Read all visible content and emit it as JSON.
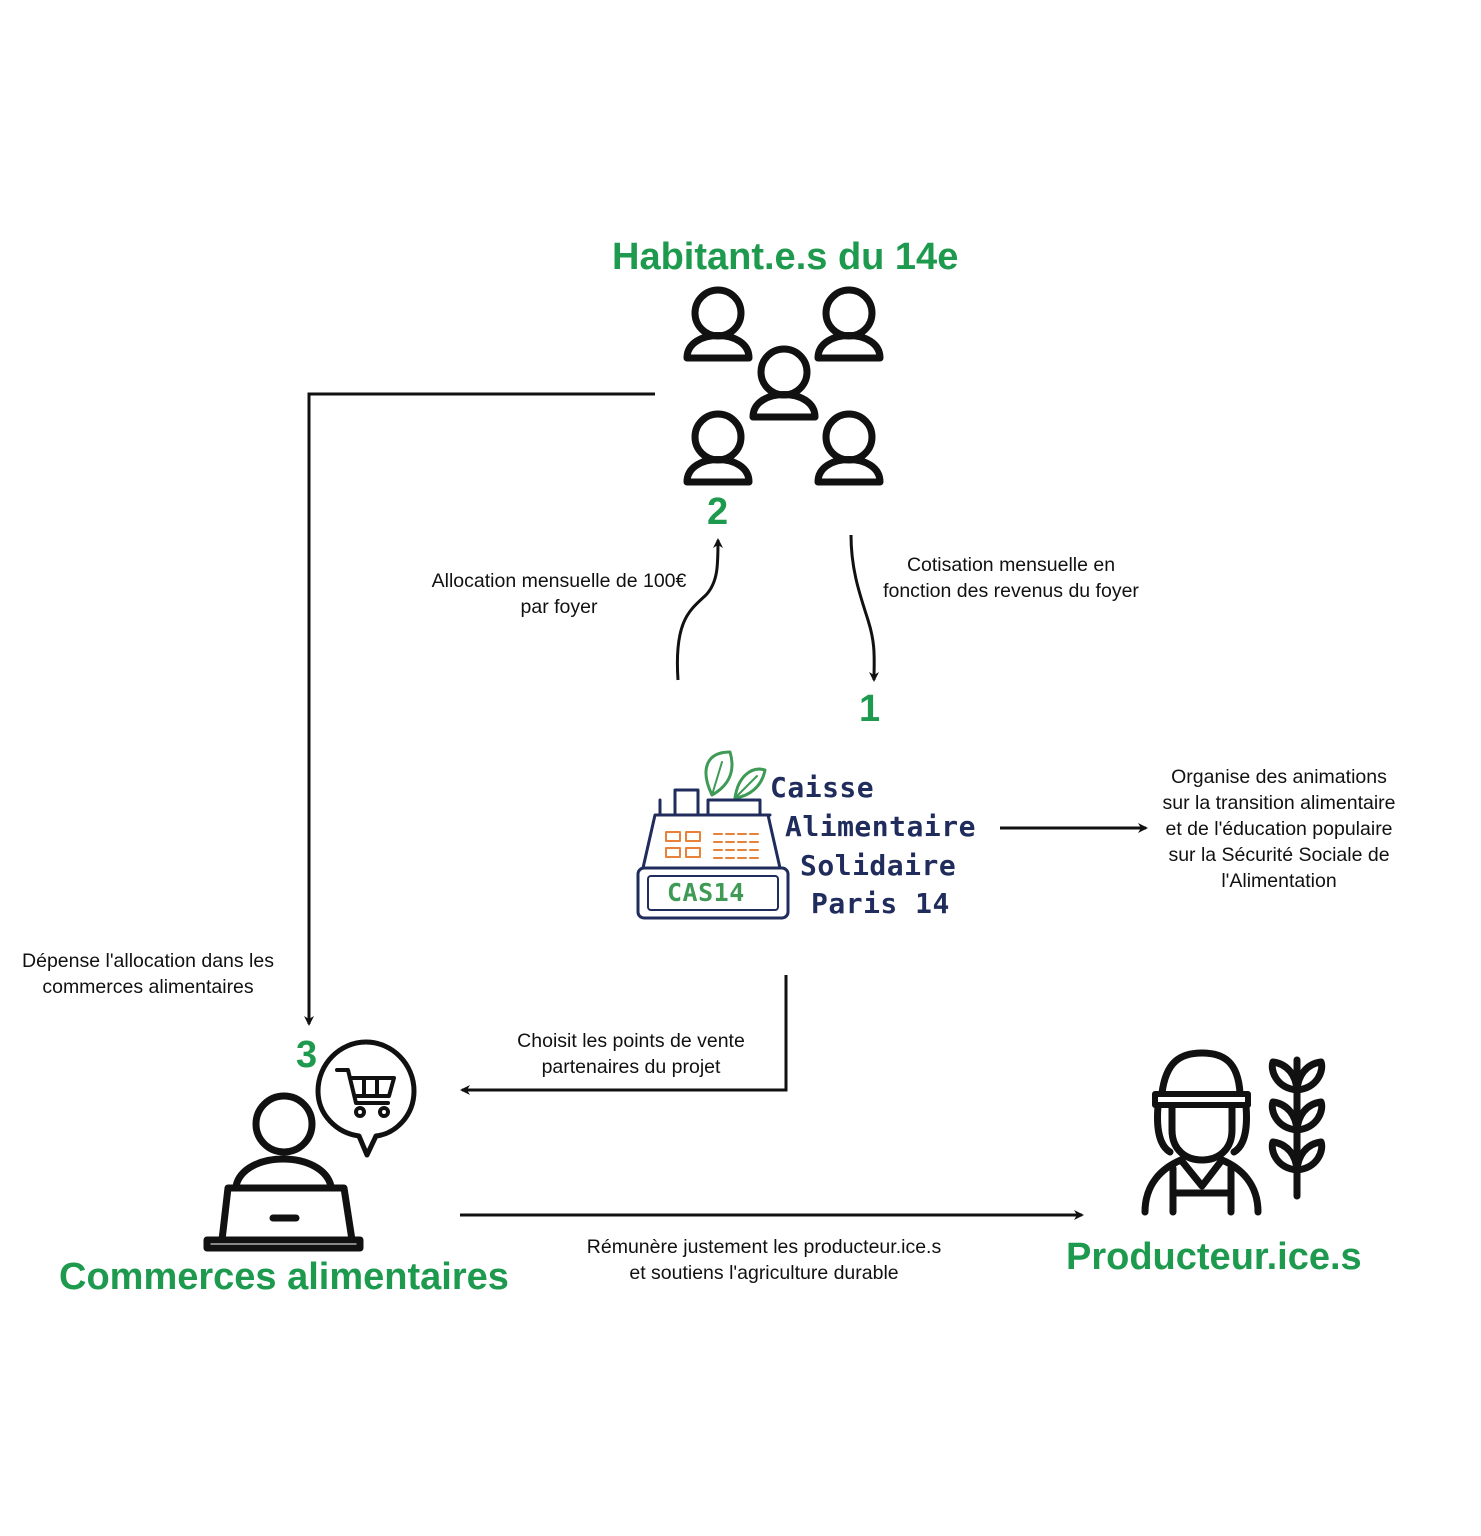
{
  "nodes": {
    "habitants": {
      "title": "Habitant.e.s du 14e",
      "icon": "people-group-icon"
    },
    "commerces": {
      "title": "Commerces alimentaires",
      "icon": "shop-computer-cart-icon"
    },
    "producteurs": {
      "title": "Producteur.ice.s",
      "icon": "farmer-plant-icon"
    },
    "caisse": {
      "logo_lines": [
        "Caisse",
        "Alimentaire",
        "Solidaire",
        "Paris 14"
      ],
      "register_label": "CAS14",
      "icon": "cash-register-sprout-icon"
    }
  },
  "steps": [
    "1",
    "2",
    "3"
  ],
  "edges": {
    "allocation": {
      "lines": [
        "Allocation mensuelle de 100€",
        "par foyer"
      ]
    },
    "cotisation": {
      "lines": [
        "Cotisation mensuelle en",
        "fonction des revenus du foyer"
      ]
    },
    "animations": {
      "lines": [
        "Organise des animations",
        "sur la transition alimentaire",
        "et de l'éducation populaire",
        "sur la Sécurité Sociale de",
        "l'Alimentation"
      ]
    },
    "depense": {
      "lines": [
        "Dépense l'allocation dans les",
        "commerces alimentaires"
      ]
    },
    "choisit": {
      "lines": [
        "Choisit les points de vente",
        "partenaires du projet"
      ]
    },
    "remunere": {
      "lines": [
        "Rémunère justement les producteur.ice.s",
        "et soutiens l'agriculture durable"
      ]
    }
  },
  "colors": {
    "title_green": "#1e9a4e",
    "logo_navy": "#1f2c5c",
    "logo_orange": "#e8823a",
    "logo_green": "#3e9a55",
    "line": "#111111"
  }
}
